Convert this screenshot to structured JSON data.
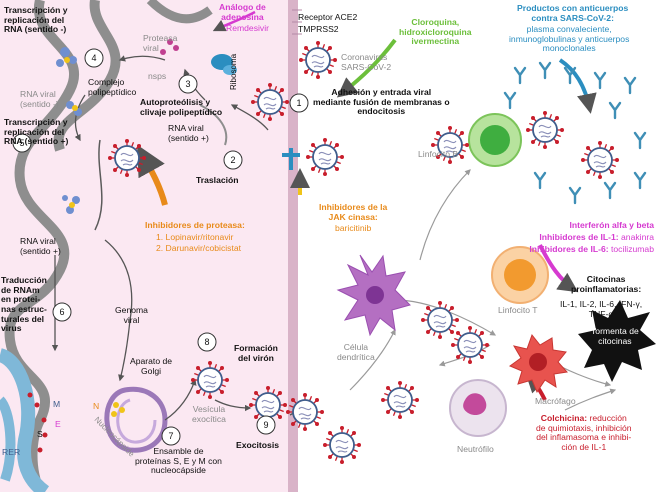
{
  "colors": {
    "cell_fill": "#fbe8f2",
    "membrane": "#c9a9bd",
    "er": "#8e8e8e",
    "nucleus_blue": "#7fb8d8",
    "magenta": "#d63ad0",
    "orange": "#e88a1a",
    "green": "#6cbf3b",
    "teal": "#2b8ec0",
    "red": "#c81e2c",
    "black": "#111111"
  },
  "icons": [
    "virus-icon",
    "antibody-icon",
    "ribosome-icon",
    "arrow-icon",
    "receptor-icon"
  ],
  "steps": [
    "1",
    "2",
    "3",
    "4",
    "5",
    "6",
    "7",
    "8",
    "9"
  ],
  "labels": {
    "transc_neg": "Transcripción y\nreplicación del\nRNA (sentido -)",
    "rna_viral_neg": "RNA viral\n(sentido -)",
    "complejo": "Complejo\npolipeptídico",
    "proteasa_viral": "Proteasa\nviral",
    "nsps": "nsps",
    "analogo_title": "Análogo de\nadenosina",
    "analogo_drug": "Remdesivir",
    "ribosoma": "Ribosoma",
    "receptor_ace2": "Receptor ACE2",
    "tmprss2": "TMPRSS2",
    "coronavirus": "Coronavirus\nSARS-CoV-2",
    "transc_pos": "Transcripción y\nreplicación del\nRNA (sentido +)",
    "autoproteolisis": "Autoproteólisis y\nclivaje polipeptídico",
    "rna_viral_pos_a": "RNA viral\n(sentido +)",
    "adhesion": "Adhesión y entrada viral\nmediante fusión de membranas o\nendocitosis",
    "cloroquina": "Cloroquina,\nhidroxicloroquina\nivermectina",
    "anticuerpos_title": "Productos con anticuerpos\ncontra SARS-CoV-2:",
    "anticuerpos_body": "plasma convaleciente,\ninmunoglobulinas y anticuerpos\nmonoclonales",
    "traslacion": "Traslación",
    "linfocito_b": "Linfocito B",
    "jak_title": "Inhibidores de la\nJAK cinasa:",
    "jak_drug": "baricitinib",
    "proteasa_inh_title": "Inhibidores de proteasa:",
    "proteasa_inh_1": "1. Lopinavir/ritonavir",
    "proteasa_inh_2": "2. Darunavir/cobicistat",
    "rna_viral_pos_b": "RNA viral\n(sentido +)",
    "interferon": "Interferón alfa y beta",
    "il1_title": "Inhibidores de IL-1:",
    "il1_drug": "anakinra",
    "il6_title": "Inhibidores de IL-6:",
    "il6_drug": "tocilizumab",
    "traduccion": "Traducción\nde RNAm\nen protei-\nnas estruc-\nturales del\nvirus",
    "genoma_viral": "Genoma\nviral",
    "citocinas_title": "Citocinas\nproinflamatorias:",
    "citocinas_body": "IL-1, IL-2, IL-6, IFN-γ,\nTNF-α",
    "celula_dendritica": "Célula\ndendrítica",
    "linfocito_t": "Linfocito T",
    "tormenta": "Tormenta de\ncitocinas",
    "aparato_golgi": "Aparato de\nGolgi",
    "formacion_viron": "Formación\ndel virón",
    "m": "M",
    "n": "N",
    "nucleocapside_curve": "Nucleocápside",
    "vesicula": "Vesícula\nexocítica",
    "macrofago": "Macrófago",
    "exocitosis": "Exocitosis",
    "rer": "RER",
    "s": "S",
    "e": "E",
    "ensamble": "Ensamble de\nproteínas S, E y M con\nnucleocápside",
    "neutrofilo": "Neutrófilo",
    "colchicina_title": "Colchicina:",
    "colchicina_body": "reducción\nde quimiotaxis, inhibición\ndel inflamasoma e inhibi-\nción de IL-1"
  }
}
